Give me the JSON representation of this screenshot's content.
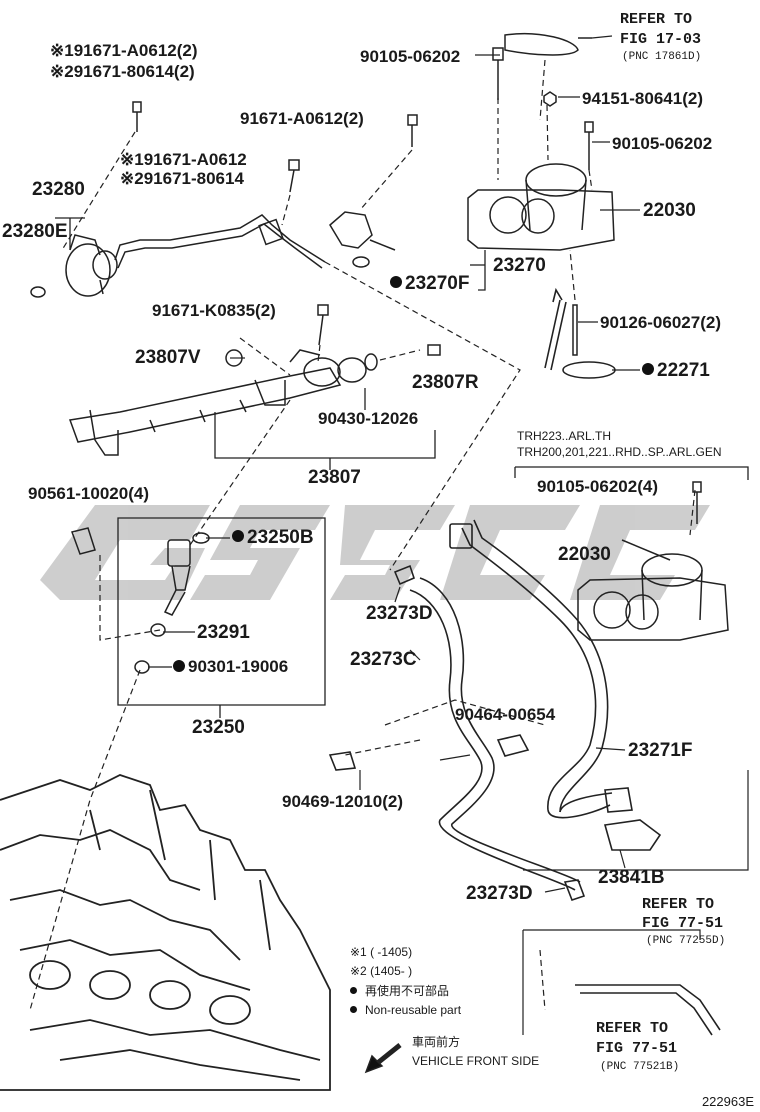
{
  "refer_top": {
    "line1": "REFER TO",
    "line2": "FIG 17-03",
    "pnc": "(PNC 17861D)"
  },
  "refer_77_51_top": {
    "line1": "REFER TO",
    "line2": "FIG 77-51",
    "pnc": "(PNC 77255D)"
  },
  "refer_77_51_bottom": {
    "line1": "REFER TO",
    "line2": "FIG 77-51",
    "pnc": "(PNC 77521B)"
  },
  "labels": {
    "p90105_top": "90105-06202",
    "p94151": "94151-80641(2)",
    "p90105_mid": "90105-06202",
    "p22030_top": "22030",
    "p23270": "23270",
    "p23270F": "23270F",
    "p90126": "90126-06027(2)",
    "p22271": "22271",
    "p91671_a0612_2_left_m1": "※1",
    "p91671_a0612_2_left": "91671-A0612(2)",
    "p91671_80614_2_m2": "※2",
    "p91671_80614_2": "91671-80614(2)",
    "p91671_a0612_2_center": "91671-A0612(2)",
    "p91671_a0612_m1": "※1",
    "p91671_a0612": "91671-A0612",
    "p91671_80614_m2": "※2",
    "p91671_80614": "91671-80614",
    "p23280": "23280",
    "p23280E": "23280E",
    "p91671_k0835": "91671-K0835(2)",
    "p23807V": "23807V",
    "p23807R": "23807R",
    "p90430": "90430-12026",
    "p23807": "23807",
    "variant1": "TRH223..ARL.TH",
    "variant2": "TRH200,201,221..RHD..SP..ARL.GEN",
    "p90105_4": "90105-06202(4)",
    "p22030_low": "22030",
    "p90561": "90561-10020(4)",
    "p23250B": "23250B",
    "p23291": "23291",
    "p90301": "90301-19006",
    "p23250": "23250",
    "p23273D_top": "23273D",
    "p23273C": "23273C",
    "p90464": "90464-00654",
    "p23271F": "23271F",
    "p90469": "90469-12010(2)",
    "p23841B": "23841B",
    "p23273D_bottom": "23273D"
  },
  "legend": {
    "m1": "※1 (      -1405)",
    "m2": "※2 (1405-      )",
    "jp": "再使用不可部品",
    "en": "Non-reusable part"
  },
  "front": {
    "jp": "車両前方",
    "en": "VEHICLE FRONT SIDE"
  },
  "diagram_code": "222963E",
  "watermark_color": "#bdbdbd"
}
